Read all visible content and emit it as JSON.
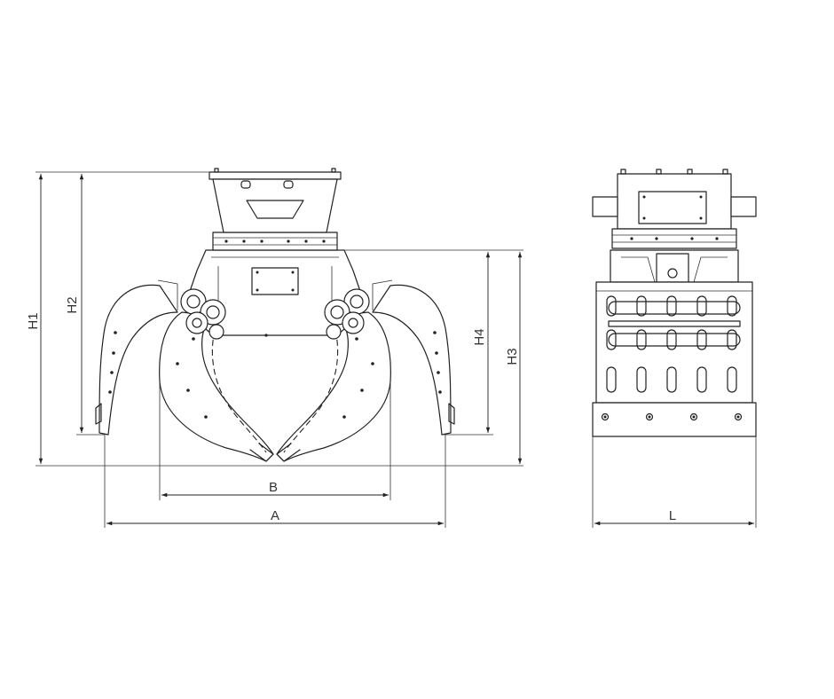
{
  "dimensions": {
    "h1": "H1",
    "h2": "H2",
    "h3": "H3",
    "h4": "H4",
    "a": "A",
    "b": "B",
    "l": "L"
  }
}
